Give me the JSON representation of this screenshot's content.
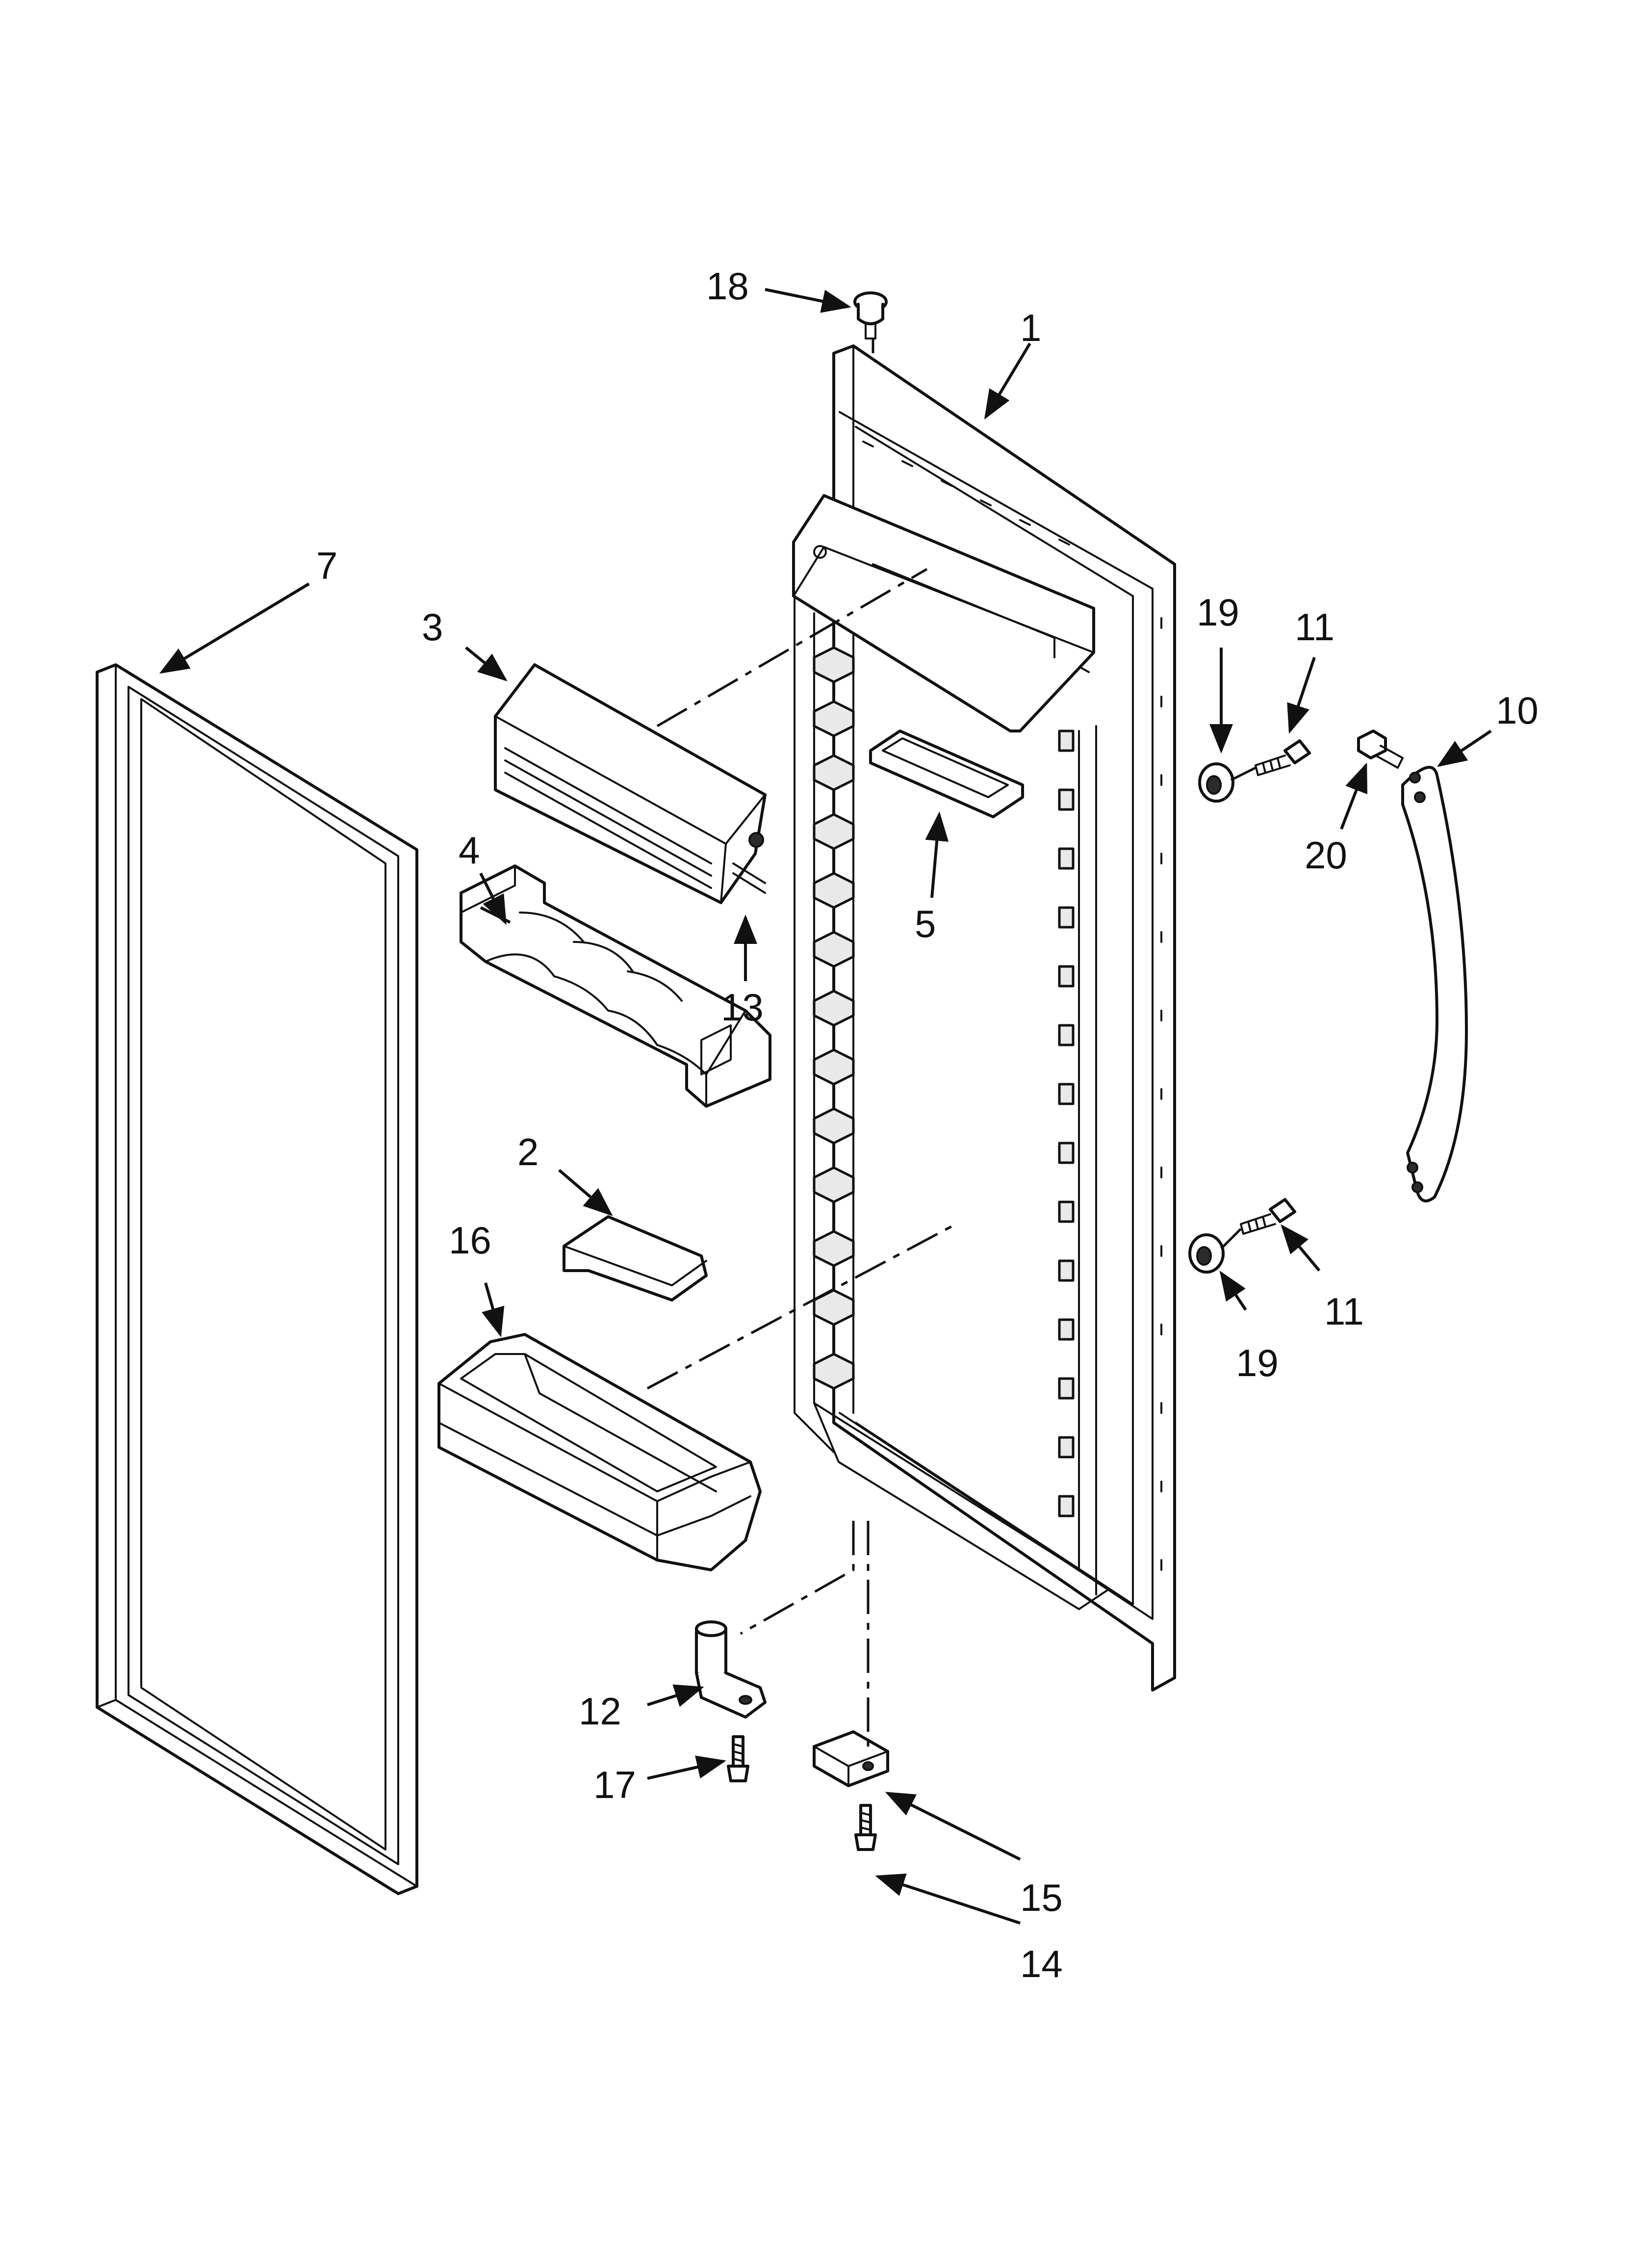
{
  "callouts": [
    {
      "id": "c18a",
      "label": "18"
    },
    {
      "id": "c1",
      "label": "1"
    },
    {
      "id": "c7",
      "label": "7"
    },
    {
      "id": "c3",
      "label": "3"
    },
    {
      "id": "c19a",
      "label": "19"
    },
    {
      "id": "c11a",
      "label": "11"
    },
    {
      "id": "c10",
      "label": "10"
    },
    {
      "id": "c20",
      "label": "20"
    },
    {
      "id": "c4",
      "label": "4"
    },
    {
      "id": "c5",
      "label": "5"
    },
    {
      "id": "c13",
      "label": "13"
    },
    {
      "id": "c2",
      "label": "2"
    },
    {
      "id": "c16",
      "label": "16"
    },
    {
      "id": "c11b",
      "label": "11"
    },
    {
      "id": "c19b",
      "label": "19"
    },
    {
      "id": "c12",
      "label": "12"
    },
    {
      "id": "c17",
      "label": "17"
    },
    {
      "id": "c15",
      "label": "15"
    },
    {
      "id": "c14",
      "label": "14"
    }
  ],
  "icons": {
    "arrow": "arrowhead-icon"
  },
  "colors": {
    "line": "#111111",
    "background": "#ffffff"
  }
}
